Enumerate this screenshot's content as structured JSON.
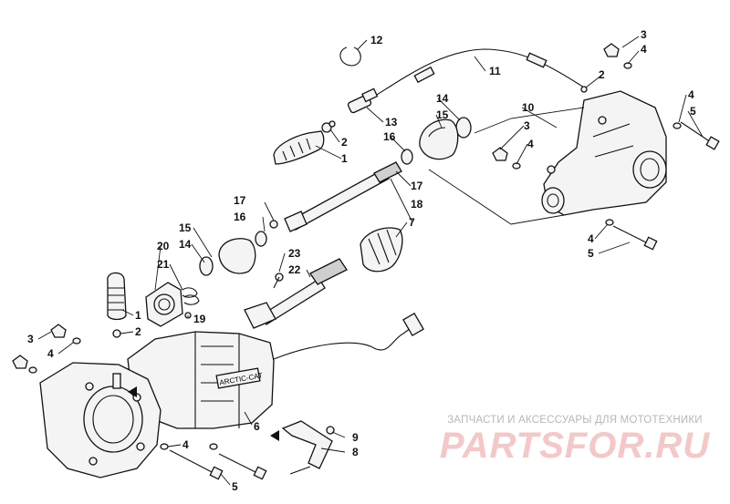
{
  "diagram": {
    "callouts": {
      "c1": "1",
      "c2": "2",
      "c3": "3",
      "c4": "4",
      "c5": "5",
      "c6": "6",
      "c7": "7",
      "c8": "8",
      "c9": "9",
      "c10": "10",
      "c11": "11",
      "c12": "12",
      "c13": "13",
      "c14": "14",
      "c15": "15",
      "c16": "16",
      "c17": "17",
      "c18": "18",
      "c19": "19",
      "c20": "20",
      "c21": "21",
      "c22": "22",
      "c23": "23"
    },
    "gearbox_label": "ARCTIC-CAT"
  },
  "watermark": {
    "tagline": "ЗАПЧАСТИ И АКСЕССУАРЫ ДЛЯ МОТОТЕХНИКИ",
    "logo": "PARTSFOR.RU",
    "accent_color": "#f5c7c7",
    "tagline_color": "#b7b7b7"
  }
}
